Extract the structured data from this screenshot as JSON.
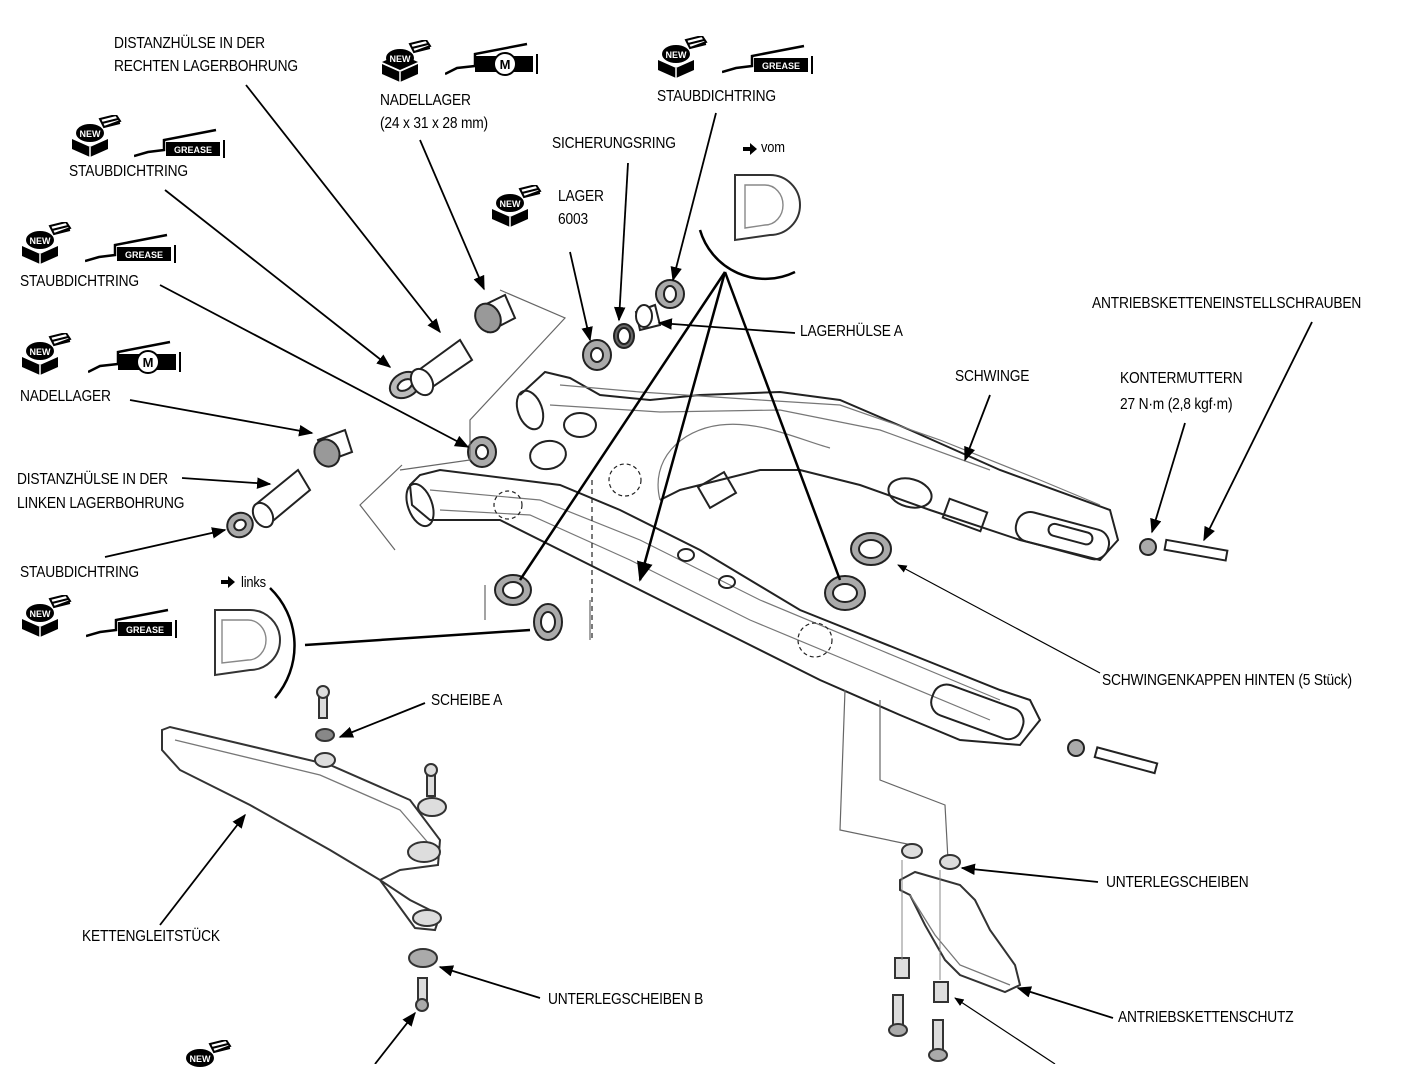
{
  "diagram": {
    "subject": "Swingarm exploded view",
    "labels": {
      "distanz_rechts_1": "DISTANZHÜLSE IN DER",
      "distanz_rechts_2": "RECHTEN LAGERBOHRUNG",
      "nadellager_top": "NADELLAGER",
      "nadellager_top_size": "(24 x 31 x 28 mm)",
      "staub_top_right": "STAUBDICHTRING",
      "sicherungsring": "SICHERUNGSRING",
      "lager_1": "LAGER",
      "lager_2": "6003",
      "vom": "vom",
      "staub_left_1": "STAUBDICHTRING",
      "staub_left_2": "STAUBDICHTRING",
      "lagerhuelse_a": "LAGERHÜLSE A",
      "antriebsketteneinstellschrauben": "ANTRIEBSKETTENEINSTELLSCHRAUBEN",
      "schwinge": "SCHWINGE",
      "kontermuttern": "KONTERMUTTERN",
      "kontermuttern_torque": "27 N·m (2,8 kgf·m)",
      "nadellager_left": "NADELLAGER",
      "distanz_links_1": "DISTANZHÜLSE IN DER",
      "distanz_links_2": "LINKEN LAGERBOHRUNG",
      "staub_left_3": "STAUBDICHTRING",
      "links": "links",
      "schwingenkappen": "SCHWINGENKAPPEN HINTEN (5 Stück)",
      "scheibe_a": "SCHEIBE A",
      "kettengleitstueck": "KETTENGLEITSTÜCK",
      "unterlegscheiben_b": "UNTERLEGSCHEIBEN B",
      "unterlegscheiben": "UNTERLEGSCHEIBEN",
      "antriebskettenschutz": "ANTRIEBSKETTENSCHUTZ"
    },
    "icons": {
      "new_text": "NEW",
      "grease_text": "GREASE",
      "moly_text": "M"
    }
  }
}
